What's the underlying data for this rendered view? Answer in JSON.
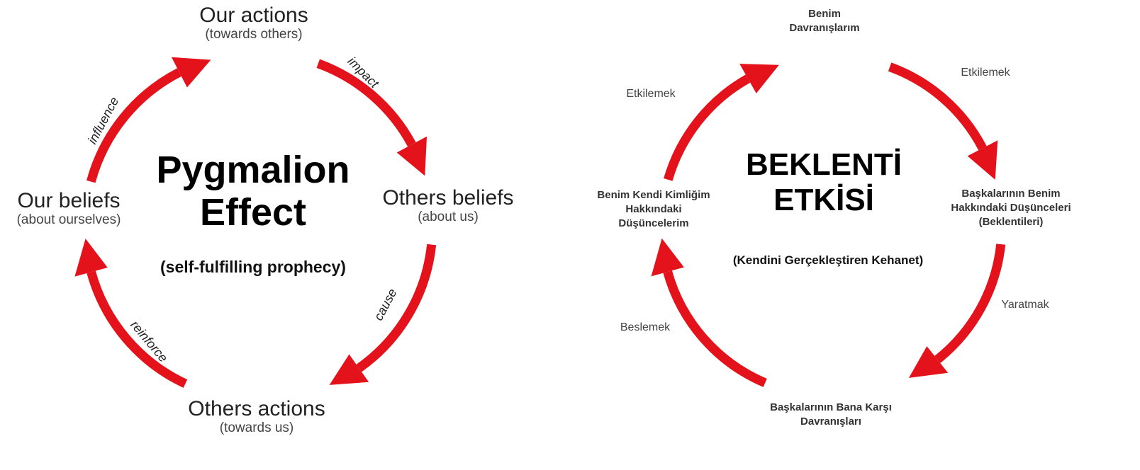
{
  "left": {
    "title_line1": "Pygmalion",
    "title_line2": "Effect",
    "subtitle": "(self-fulfilling prophecy)",
    "nodes": {
      "top": {
        "label": "Our actions",
        "sub": "(towards others)"
      },
      "right": {
        "label": "Others beliefs",
        "sub": "(about us)"
      },
      "bottom": {
        "label": "Others actions",
        "sub": "(towards us)"
      },
      "left": {
        "label": "Our beliefs",
        "sub": "(about ourselves)"
      }
    },
    "arrows": {
      "influence": "influence",
      "impact": "impact",
      "cause": "cause",
      "reinforce": "reinforce"
    }
  },
  "right": {
    "title_line1": "BEKLENTİ",
    "title_line2": "ETKİSİ",
    "subtitle": "(Kendini Gerçekleştiren Kehanet)",
    "nodes": {
      "top": [
        "Benim",
        "Davranışlarım"
      ],
      "right": [
        "Başkalarının Benim",
        "Hakkındaki Düşünceleri",
        "(Beklentileri)"
      ],
      "bottom": [
        "Başkalarının Bana Karşı",
        "Davranışları"
      ],
      "left": [
        "Benim Kendi Kimliğim",
        "Hakkındaki",
        "Düşüncelerim"
      ]
    },
    "arrows": {
      "top_left": "Etkilemek",
      "top_right": "Etkilemek",
      "bottom_right": "Yaratmak",
      "bottom_left": "Beslemek"
    }
  },
  "colors": {
    "arrow": "#e3121b"
  }
}
